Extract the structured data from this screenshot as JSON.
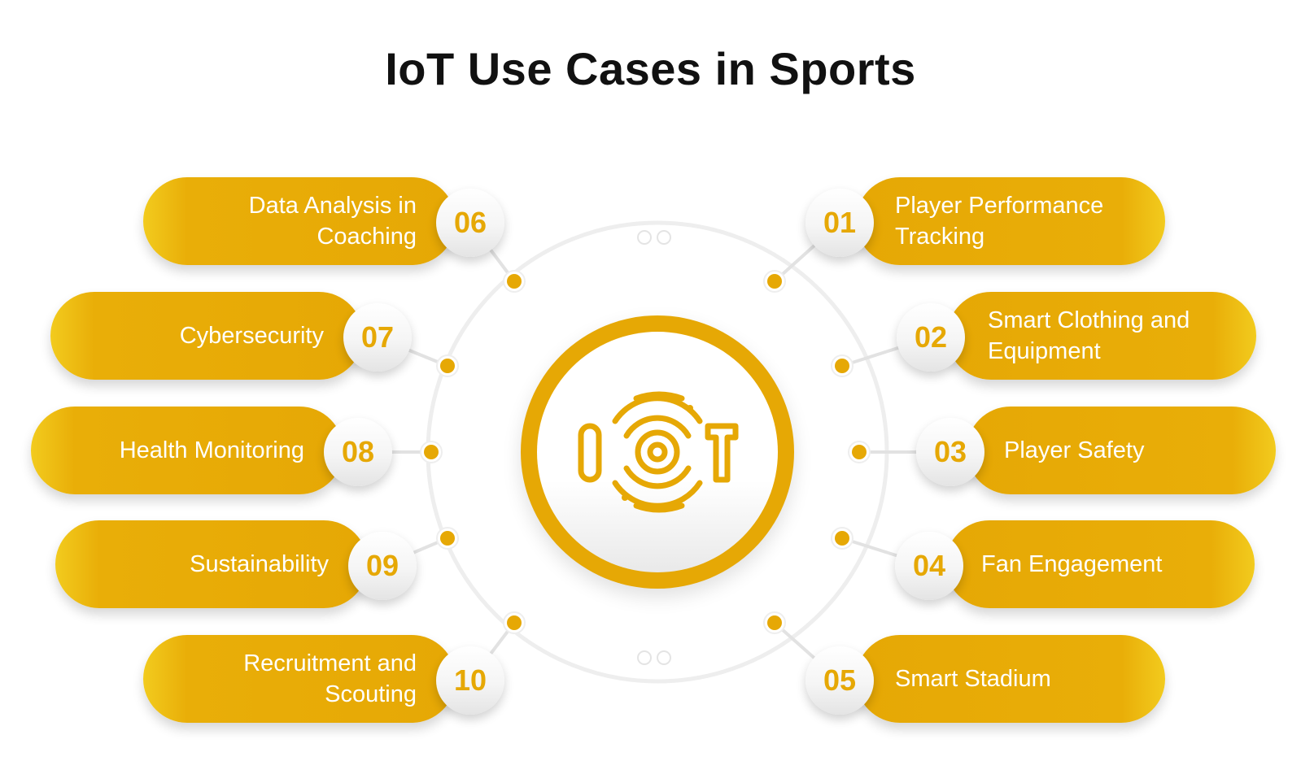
{
  "title": "IoT Use Cases in Sports",
  "colors": {
    "accent": "#e6a805",
    "accent_light": "#f2cb1e",
    "text_dark": "#111111"
  },
  "hub": {
    "icon": "iot-logo-icon"
  },
  "items": [
    {
      "number": "01",
      "label": "Player Performance\nTracking",
      "side": "right"
    },
    {
      "number": "02",
      "label": "Smart Clothing and\nEquipment",
      "side": "right"
    },
    {
      "number": "03",
      "label": "Player Safety",
      "side": "right"
    },
    {
      "number": "04",
      "label": "Fan Engagement",
      "side": "right"
    },
    {
      "number": "05",
      "label": "Smart Stadium",
      "side": "right"
    },
    {
      "number": "06",
      "label": "Data Analysis in\nCoaching",
      "side": "left"
    },
    {
      "number": "07",
      "label": "Cybersecurity",
      "side": "left"
    },
    {
      "number": "08",
      "label": "Health Monitoring",
      "side": "left"
    },
    {
      "number": "09",
      "label": "Sustainability",
      "side": "left"
    },
    {
      "number": "10",
      "label": "Recruitment and\nScouting",
      "side": "left"
    }
  ]
}
